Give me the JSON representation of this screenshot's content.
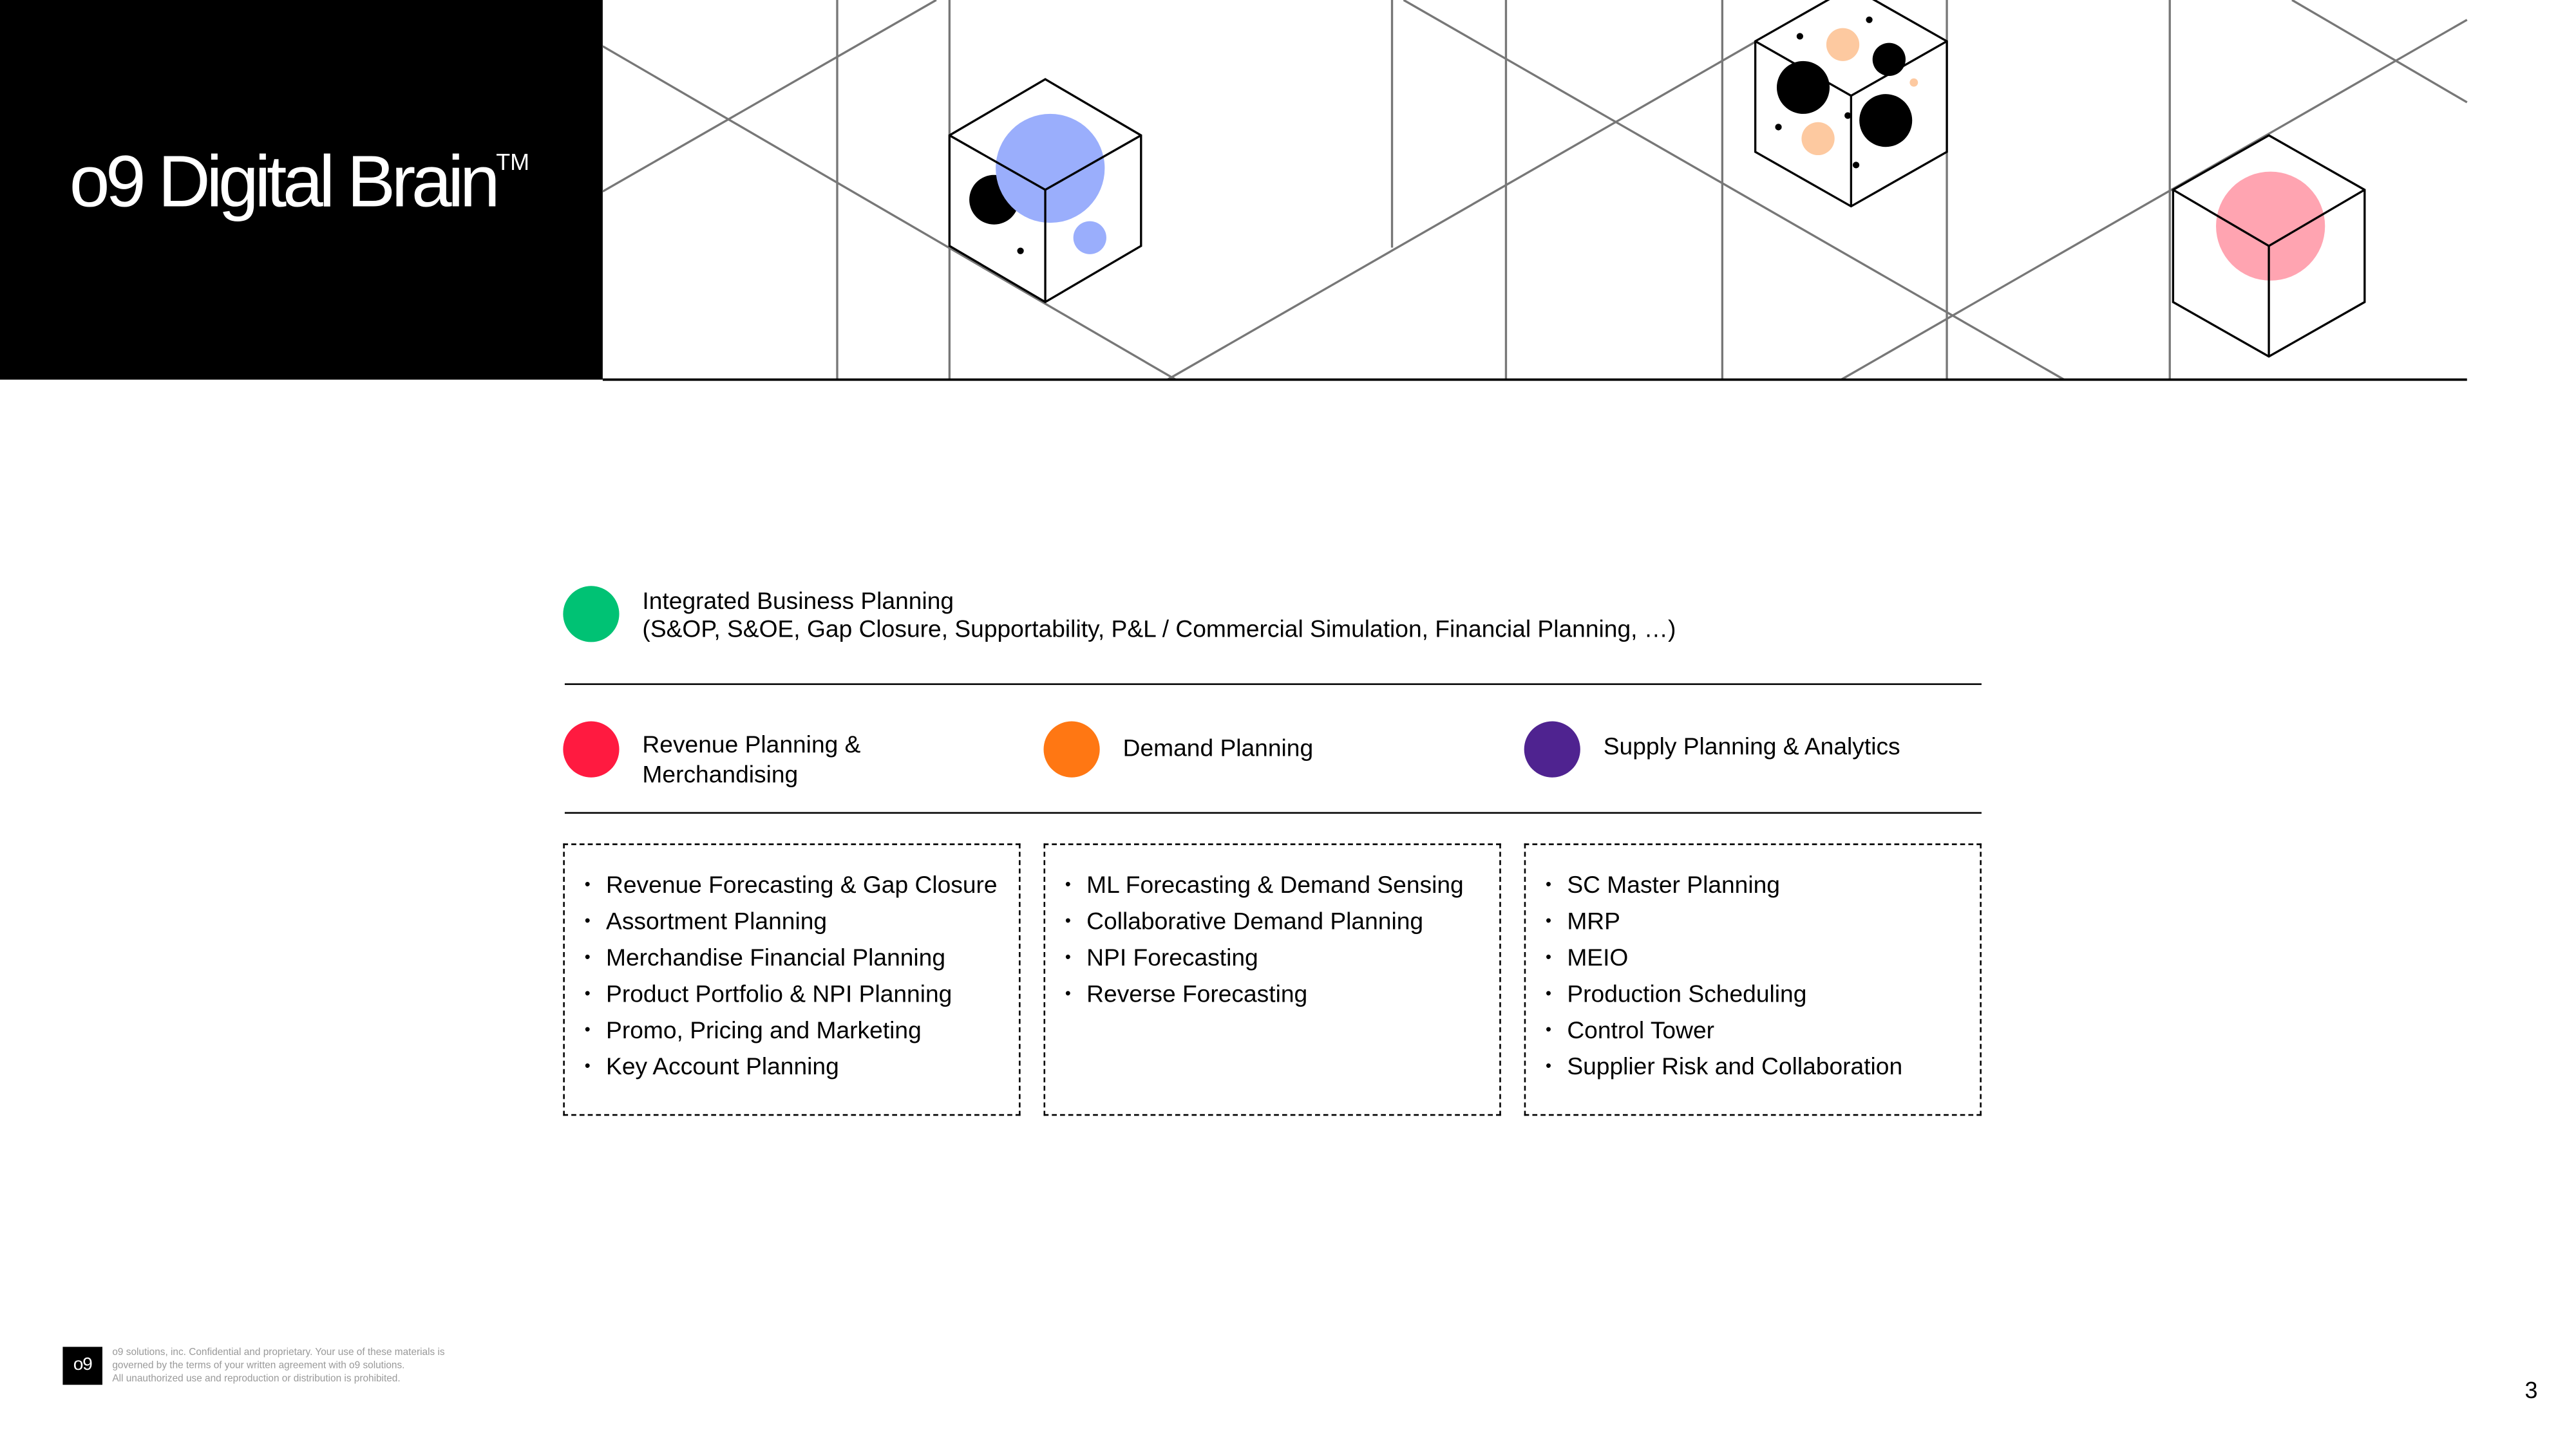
{
  "header": {
    "brand": "o9 Digital Brain",
    "trademark": "TM"
  },
  "colors": {
    "ibp": "#00c274",
    "revenue": "#ff1a40",
    "demand": "#ff7713",
    "supply": "#4f2390",
    "cube_blue": "#9aaefc",
    "cube_peach": "#fdc9a0",
    "cube_pink": "#ffa4b1"
  },
  "ibp": {
    "title": "Integrated Business Planning",
    "subtitle": "(S&OP, S&OE, Gap Closure, Supportability, P&L / Commercial Simulation, Financial Planning, …)"
  },
  "columns": [
    {
      "title_line1": "Revenue Planning &",
      "title_line2": "Merchandising",
      "items": [
        "Revenue Forecasting & Gap Closure",
        "Assortment Planning",
        "Merchandise Financial Planning",
        "Product Portfolio & NPI Planning",
        "Promo, Pricing and Marketing",
        "Key Account Planning"
      ]
    },
    {
      "title_line1": "Demand Planning",
      "title_line2": "",
      "items": [
        "ML Forecasting & Demand Sensing",
        "Collaborative Demand Planning",
        "NPI Forecasting",
        "Reverse Forecasting"
      ]
    },
    {
      "title_line1": "Supply Planning & Analytics",
      "title_line2": "",
      "items": [
        "SC Master Planning",
        "MRP",
        "MEIO",
        "Production Scheduling",
        "Control Tower",
        "Supplier Risk and Collaboration"
      ]
    }
  ],
  "footer": {
    "logo": "o9",
    "line1": "o9 solutions, inc. Confidential and proprietary. Your use of these materials is",
    "line2": "governed by the terms of your written agreement with o9 solutions.",
    "line3": "All unauthorized use and reproduction or distribution is prohibited.",
    "page_number": "3"
  }
}
